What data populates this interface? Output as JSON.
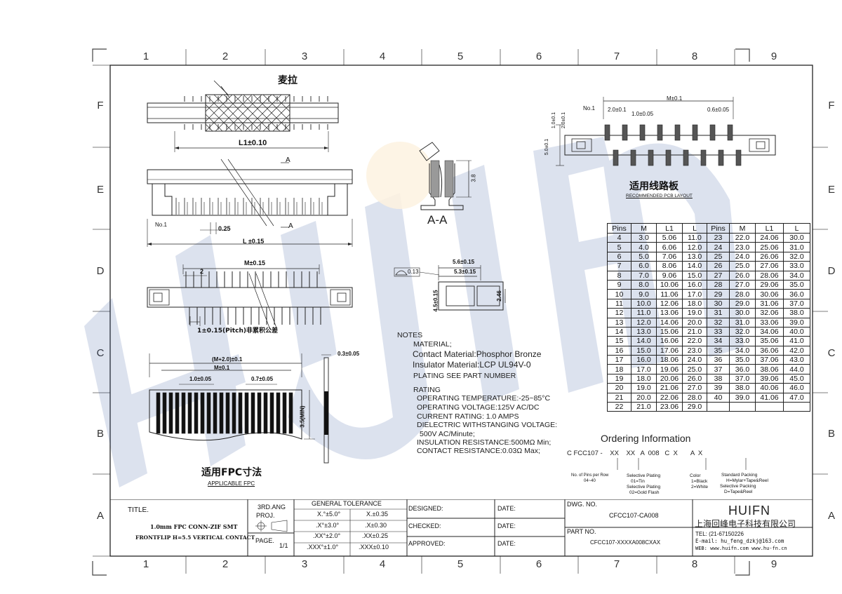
{
  "zones": {
    "cols": [
      "1",
      "2",
      "3",
      "4",
      "5",
      "6",
      "7",
      "8",
      "9"
    ],
    "rows": [
      "F",
      "E",
      "D",
      "C",
      "B",
      "A"
    ]
  },
  "watermark": {
    "text": "HUIFN",
    "color": "#2f4f9a",
    "accent": "#f2b24c"
  },
  "views": {
    "top_label": "麦拉",
    "dim_L1": "L1±0.10",
    "section_label": "A",
    "no1": "No.1",
    "dim_025": "0.25",
    "dim_L": "L ±0.15",
    "dim_M": "M±0.15",
    "dim_2": "2",
    "pitch": "1±0.15(Pitch)非累积公差",
    "aa_label": "A-A",
    "aa_dim": "3.8",
    "side_flat": "0.13",
    "side_56": "5.6±0.15",
    "side_53": "5.3±0.15",
    "side_45": "4.5±0.15",
    "side_246": "2.46",
    "fpc_dim1": "(M+2.0)±0.1",
    "fpc_dim2": "M±0.1",
    "fpc_dim3": "1.0±0.05",
    "fpc_dim4": "0.7±0.05",
    "fpc_dim5": "0.3±0.05",
    "fpc_dim6": "3.5(MIN)",
    "fpc_title": "适用FPC寸法",
    "fpc_sub": "APPLICABLE FPC",
    "pcb_dim_M": "M±0.1",
    "pcb_no1": "No.1",
    "pcb_20": "2.0±0.1",
    "pcb_10": "1.0±0.05",
    "pcb_06": "0.6±0.05",
    "pcb_v1": "1.0±0.1",
    "pcb_v2": "2.0±0.1",
    "pcb_v5": "5.0±0.1",
    "pcb_title": "适用线路板",
    "pcb_sub": "RECOMMENDED PCB LAYOUT"
  },
  "notes": {
    "heading": "NOTES",
    "material": "MATERIAL;",
    "contact": "Contact Material:Phosphor Bronze",
    "insulator": "Insulator Material:LCP UL94V-0",
    "plating": "PLATING SEE PART NUMBER",
    "rating": "RATING",
    "r1": "OPERATING TEMPERATURE:-25~85°C",
    "r2": "OPERATING VOLTAGE:125V AC/DC",
    "r3": "CURRENT RATING: 1.0 AMPS",
    "r4": "DIELECTRIC WITHSTANGING VOLTAGE:",
    "r5": "500V AC/Minute;",
    "r6": "INSULATION RESISTANCE:500MΩ Min;",
    "r7": "CONTACT RESISTANCE:0.03Ω Max;"
  },
  "table": {
    "headers": [
      "Pins",
      "M",
      "L1",
      "L",
      "Pins",
      "M",
      "L1",
      "L"
    ],
    "rows": [
      [
        "4",
        "3.0",
        "5.06",
        "11.0",
        "23",
        "22.0",
        "24.06",
        "30.0"
      ],
      [
        "5",
        "4.0",
        "6.06",
        "12.0",
        "24",
        "23.0",
        "25.06",
        "31.0"
      ],
      [
        "6",
        "5.0",
        "7.06",
        "13.0",
        "25",
        "24.0",
        "26.06",
        "32.0"
      ],
      [
        "7",
        "6.0",
        "8.06",
        "14.0",
        "26",
        "25.0",
        "27.06",
        "33.0"
      ],
      [
        "8",
        "7.0",
        "9.06",
        "15.0",
        "27",
        "26.0",
        "28.06",
        "34.0"
      ],
      [
        "9",
        "8.0",
        "10.06",
        "16.0",
        "28",
        "27.0",
        "29.06",
        "35.0"
      ],
      [
        "10",
        "9.0",
        "11.06",
        "17.0",
        "29",
        "28.0",
        "30.06",
        "36.0"
      ],
      [
        "11",
        "10.0",
        "12.06",
        "18.0",
        "30",
        "29.0",
        "31.06",
        "37.0"
      ],
      [
        "12",
        "11.0",
        "13.06",
        "19.0",
        "31",
        "30.0",
        "32.06",
        "38.0"
      ],
      [
        "13",
        "12.0",
        "14.06",
        "20.0",
        "32",
        "31.0",
        "33.06",
        "39.0"
      ],
      [
        "14",
        "13.0",
        "15.06",
        "21.0",
        "33",
        "32.0",
        "34.06",
        "40.0"
      ],
      [
        "15",
        "14.0",
        "16.06",
        "22.0",
        "34",
        "33.0",
        "35.06",
        "41.0"
      ],
      [
        "16",
        "15.0",
        "17.06",
        "23.0",
        "35",
        "34.0",
        "36.06",
        "42.0"
      ],
      [
        "17",
        "16.0",
        "18.06",
        "24.0",
        "36",
        "35.0",
        "37.06",
        "43.0"
      ],
      [
        "18",
        "17.0",
        "19.06",
        "25.0",
        "37",
        "36.0",
        "38.06",
        "44.0"
      ],
      [
        "19",
        "18.0",
        "20.06",
        "26.0",
        "38",
        "37.0",
        "39.06",
        "45.0"
      ],
      [
        "20",
        "19.0",
        "21.06",
        "27.0",
        "39",
        "38.0",
        "40.06",
        "46.0"
      ],
      [
        "21",
        "20.0",
        "22.06",
        "28.0",
        "40",
        "39.0",
        "41.06",
        "47.0"
      ],
      [
        "22",
        "21.0",
        "23.06",
        "29.0",
        "",
        "",
        "",
        ""
      ]
    ]
  },
  "ordering": {
    "title": "Ordering Information",
    "code": "C FCC107 -    XX    XX   A  008   C  X       A  X",
    "p1": "No. of Pins per Row",
    "p1b": "04~40",
    "p2": "Selective Plating",
    "p2b": "01=Tin",
    "p2c": "Selective Plating",
    "p2d": "02=Gold Flash",
    "p3": "Color",
    "p3b": "1=Black",
    "p3c": "2=White",
    "p4": "Standard Packing",
    "p4b": "H=Mylar+Tape&Reel",
    "p4c": "Selective Packing",
    "p4d": "D=Tape&Reel"
  },
  "titleblock": {
    "title_label": "TITLE.",
    "title1": "1.0mm FPC CONN-ZIF SMT",
    "title2": "FRONTFLIP H=5.5 VERTICAL CONTACT",
    "angproj": "3RD.ANG",
    "proj": "PROJ.",
    "page_label": "PAGE.",
    "page": "1/1",
    "tol_title": "GENERAL TOLERANCE",
    "tol": [
      [
        "X.°±5.0°",
        "X.±0.35"
      ],
      [
        ".X°±3.0°",
        ".X±0.30"
      ],
      [
        ".XX°±2.0°",
        ".XX±0.25"
      ],
      [
        ".XXX°±1.0°",
        ".XXX±0.10"
      ]
    ],
    "designed": "DESIGNED:",
    "checked": "CHECKED:",
    "approved": "APPROVED:",
    "date": "DATE:",
    "dwg_label": "DWG. NO.",
    "dwg": "CFCC107-CA008",
    "part_label": "PART NO.",
    "part": "CFCC107-XXXXA008CXAX",
    "brand": "HUIFN",
    "company": "上海回峰电子科技有限公司",
    "tel": "TEL: (21-67150226",
    "email": "E-mail: hu_feng_dzkj@163.com",
    "web": "WEB: www.huifn.com  www.hu-fn.cn"
  }
}
